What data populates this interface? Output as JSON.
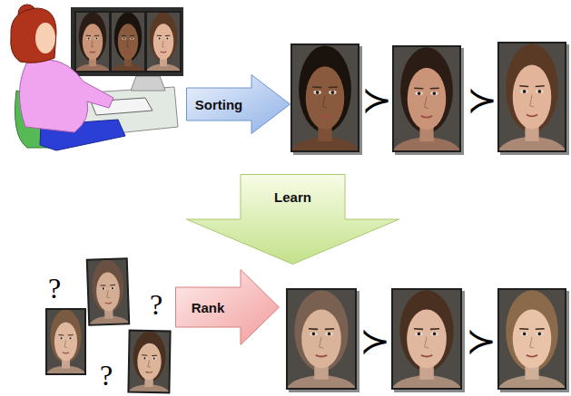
{
  "diagram": {
    "nodes": [
      {
        "text": [
          "Sorting"
        ]
      },
      {
        "text": [
          "Learn"
        ]
      },
      {
        "text": [
          "Rank"
        ]
      }
    ],
    "labels": [
      "≻",
      "≻",
      "?",
      "?",
      "≻",
      "≻",
      "?"
    ]
  }
}
